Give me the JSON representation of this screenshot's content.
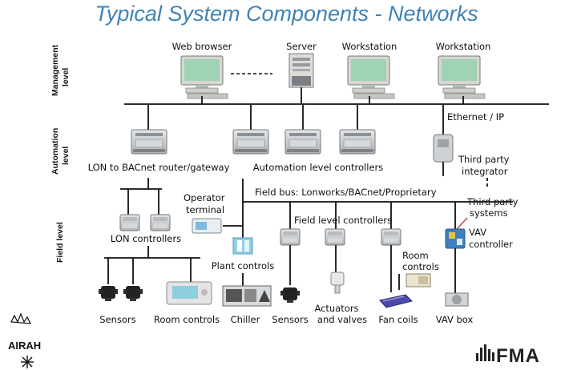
{
  "title": "Typical System Components - Networks",
  "levels": {
    "management": [
      "Management",
      "level"
    ],
    "automation": [
      "Automation",
      "level"
    ],
    "field": "Field level"
  },
  "management": {
    "web_browser": "Web browser",
    "server": "Server",
    "workstation_1": "Workstation",
    "workstation_2": "Workstation",
    "ethernet": "Ethernet / IP"
  },
  "automation": {
    "router": "LON to BACnet router/gateway",
    "controllers": "Automation level controllers",
    "third_party_integrator": [
      "Third party",
      "integrator"
    ],
    "fieldbus": "Field bus: Lonworks/BACnet/Proprietary"
  },
  "field": {
    "operator_terminal": [
      "Operator",
      "terminal"
    ],
    "lon_controllers": "LON controllers",
    "plant_controls": "Plant controls",
    "field_level_controllers": "Field level controllers",
    "room_controls": [
      "Room",
      "controls"
    ],
    "third_party_systems": [
      "Third party",
      "systems"
    ],
    "vav_controller": [
      "VAV",
      "controller"
    ],
    "bottom_labels": [
      "Sensors",
      "Room controls",
      "Chiller",
      "Sensors",
      "Actuators",
      "and valves",
      "Fan coils",
      "VAV box"
    ]
  },
  "logos": {
    "airah": "AIRAH",
    "fma": "FMA"
  },
  "colors": {
    "title": "#3f83b6",
    "monitor_screen": "#9fd3b4",
    "controller": "#c9cdd0",
    "accent_blue": "#3f7fc0"
  }
}
